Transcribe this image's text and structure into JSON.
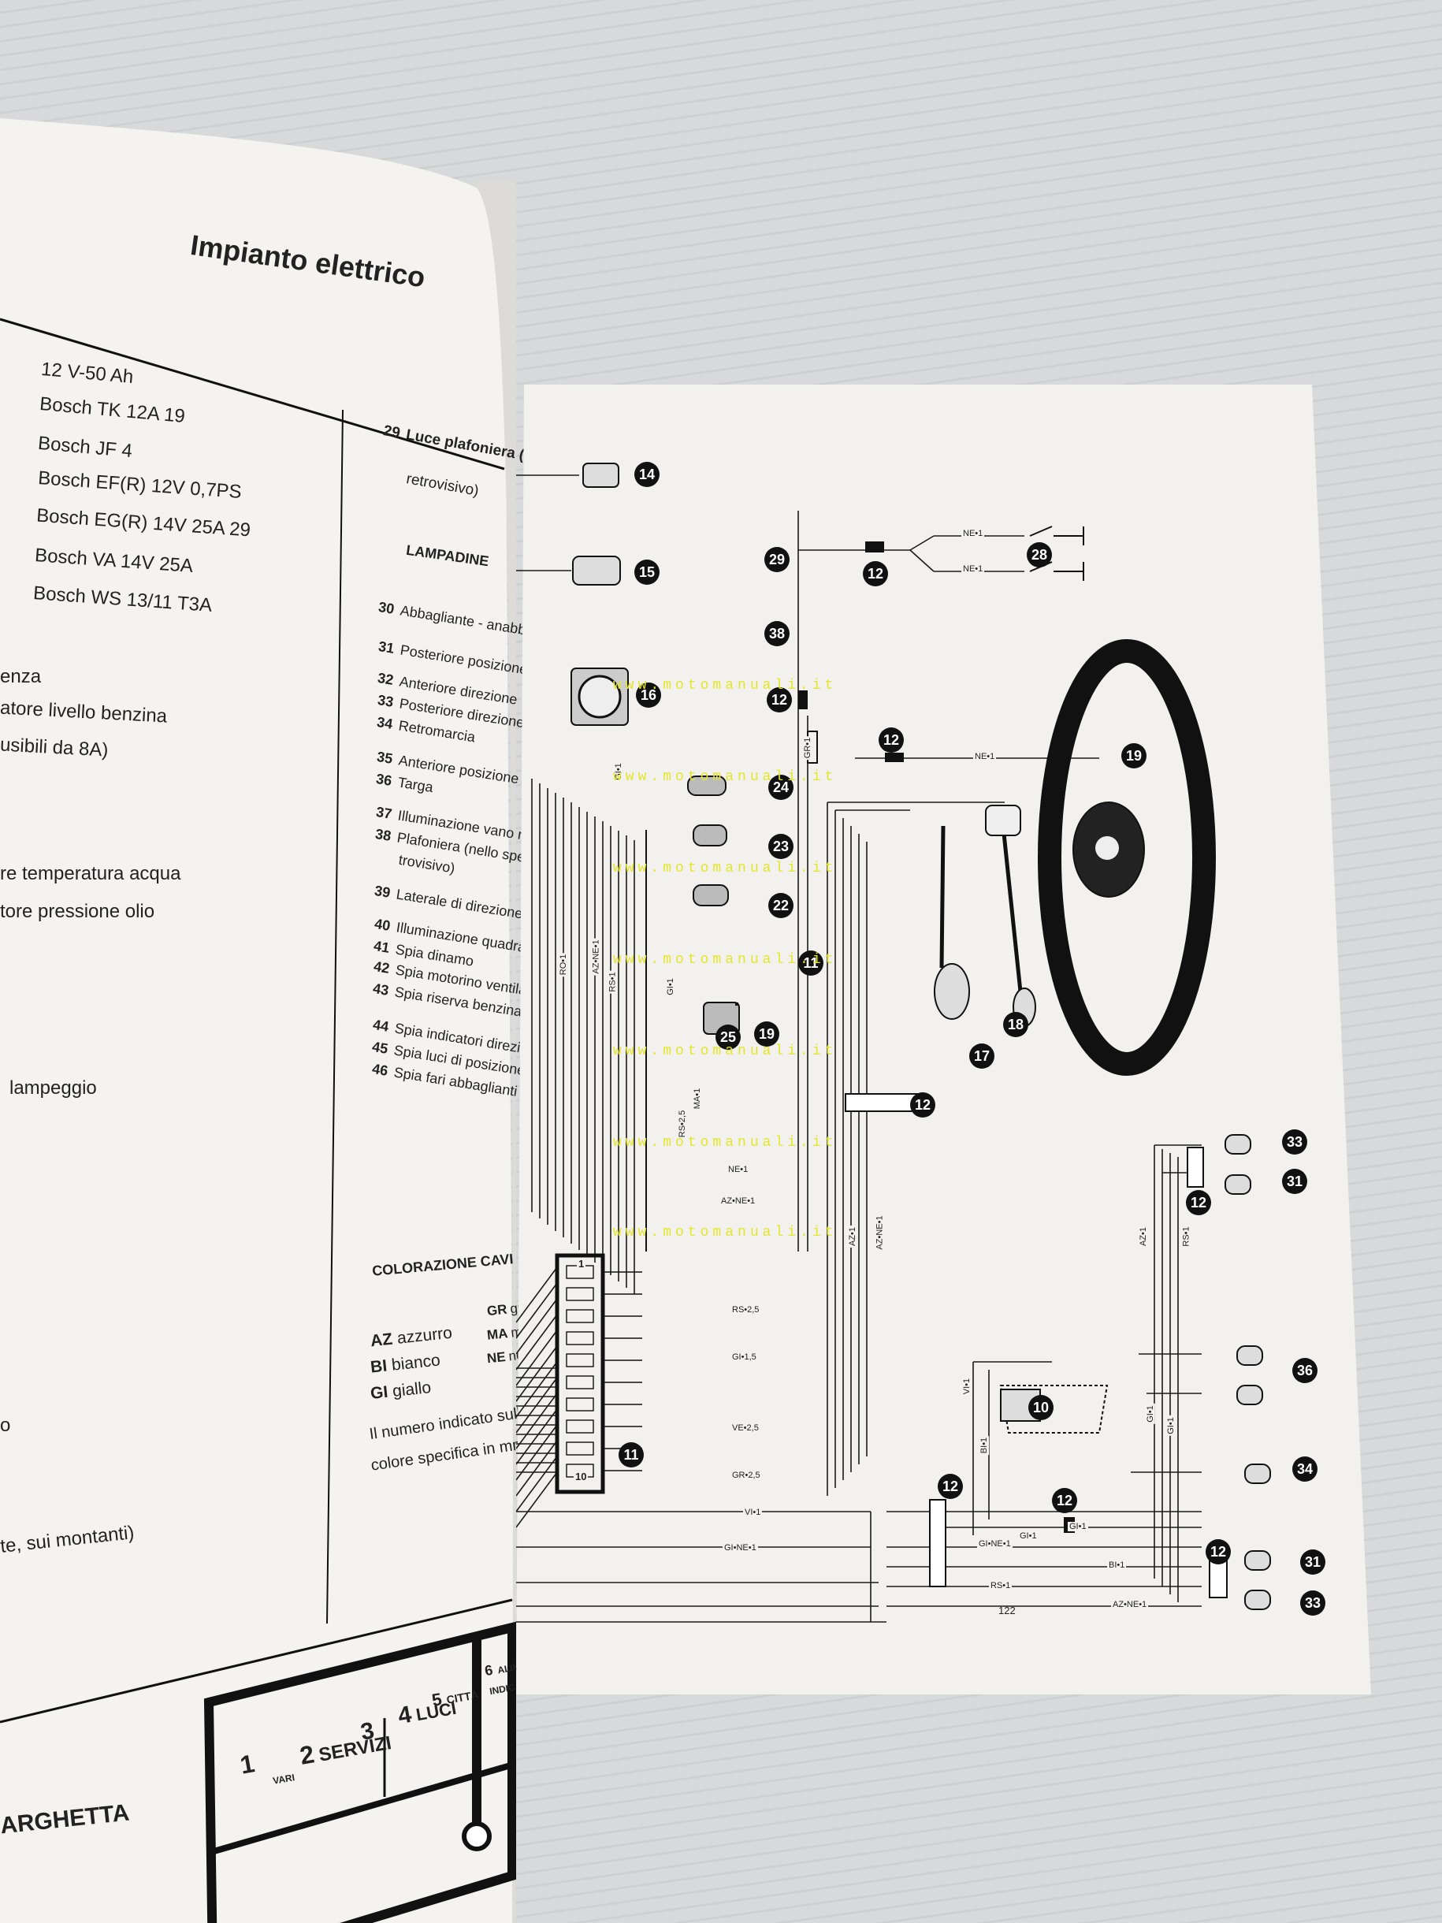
{
  "left_page": {
    "title": "Impianto elettrico",
    "specs": [
      "12 V-50 Ah",
      "Bosch TK 12A 19",
      "Bosch JF 4",
      "Bosch EF(R) 12V 0,7PS",
      "Bosch EG(R) 14V 25A 29",
      "Bosch VA 14V 25A",
      "Bosch WS 13/11 T3A"
    ],
    "left_fragments": [
      "enza",
      "atore livello benzina",
      "usibili da 8A)",
      "re temperatura acqua",
      "tore pressione olio",
      "lampeggio",
      "o",
      "te, sui montanti)",
      "ARGHETTA"
    ],
    "item29": {
      "num": "29",
      "line1": "Luce plafoniera (a sp",
      "line2": "retrovisivo)"
    },
    "lampadine_heading": "LAMPADINE",
    "lampadine": [
      {
        "num": "30",
        "text": "Abbagliante - anabbag"
      },
      {
        "num": "31",
        "text": "Posteriore posizione e s"
      },
      {
        "num": "32",
        "text": "Anteriore direzione"
      },
      {
        "num": "33",
        "text": "Posteriore direzione"
      },
      {
        "num": "34",
        "text": "Retromarcia"
      },
      {
        "num": "35",
        "text": "Anteriore posizione"
      },
      {
        "num": "36",
        "text": "Targa"
      },
      {
        "num": "37",
        "text": "Illuminazione vano mot"
      },
      {
        "num": "38",
        "text": "Plafoniera (nello specch"
      },
      {
        "num": "",
        "text": "trovisivo)"
      },
      {
        "num": "39",
        "text": "Laterale di direzione"
      },
      {
        "num": "40",
        "text": "Illuminazione quadrant"
      },
      {
        "num": "41",
        "text": "Spia dinamo"
      },
      {
        "num": "42",
        "text": "Spia motorino ventilator"
      },
      {
        "num": "43",
        "text": "Spia riserva benzina"
      },
      {
        "num": "44",
        "text": "Spia indicatori direzion"
      },
      {
        "num": "45",
        "text": "Spia luci di posizione"
      },
      {
        "num": "46",
        "text": "Spia fari abbaglianti"
      }
    ],
    "colorazione_heading": "COLORAZIONE CAVI",
    "colors_left": [
      {
        "code": "AZ",
        "name": "azzurro"
      },
      {
        "code": "BI",
        "name": "bianco"
      },
      {
        "code": "GI",
        "name": "giallo"
      }
    ],
    "colors_right": [
      {
        "code": "GR",
        "name": "gr"
      },
      {
        "code": "MA",
        "name": "ma"
      },
      {
        "code": "NE",
        "name": "ne"
      }
    ],
    "note_line1": "Il numero indicato sulla",
    "note_line2": "colore specifica in mm",
    "fuse_table": {
      "cols": [
        {
          "n": "1",
          "label": ""
        },
        {
          "n": "2",
          "label": "SERVIZI"
        },
        {
          "n": "",
          "label": "VARI"
        },
        {
          "n": "3",
          "label": ""
        },
        {
          "n": "4",
          "label": "LUCI"
        },
        {
          "n": "5",
          "label": "CITTÀ"
        },
        {
          "n": "6",
          "label": "ALIMEN"
        },
        {
          "n": "",
          "label": "INDIC"
        }
      ]
    }
  },
  "right_page": {
    "watermark": "www.motomanuali.it",
    "page_number": "122",
    "callouts": [
      "14",
      "15",
      "16",
      "29",
      "12",
      "28",
      "38",
      "12",
      "12",
      "19",
      "24",
      "23",
      "22",
      "11",
      "25",
      "19",
      "18",
      "17",
      "12",
      "33",
      "31",
      "12",
      "36",
      "10",
      "34",
      "12",
      "11",
      "12",
      "12",
      "31",
      "33"
    ],
    "wire_labels": [
      "NE•1",
      "NE•1",
      "NE•1",
      "GR•1",
      "GI•1",
      "RO•1",
      "AZ•NE•1",
      "RS•1",
      "GI•1",
      "RS•2,5",
      "MA•1",
      "NE•1",
      "AZ•NE•1",
      "RS•2,5",
      "GI•1,5",
      "VE•2,5",
      "GR•2,5",
      "VI•1",
      "GI•NE•1",
      "AZ•1",
      "AZ•NE•1",
      "VI•1",
      "BI•1",
      "GI•1",
      "GI•NE•1",
      "GI•1",
      "AZ•1",
      "RS•1",
      "GI•1",
      "GI•1",
      "BI•1",
      "RS•1",
      "AZ•NE•1"
    ],
    "fuse_box_labels": [
      "1",
      "10"
    ]
  },
  "colors": {
    "paper": "#f3f2ef",
    "ink": "#111111",
    "watermark": "#e4e62c"
  }
}
